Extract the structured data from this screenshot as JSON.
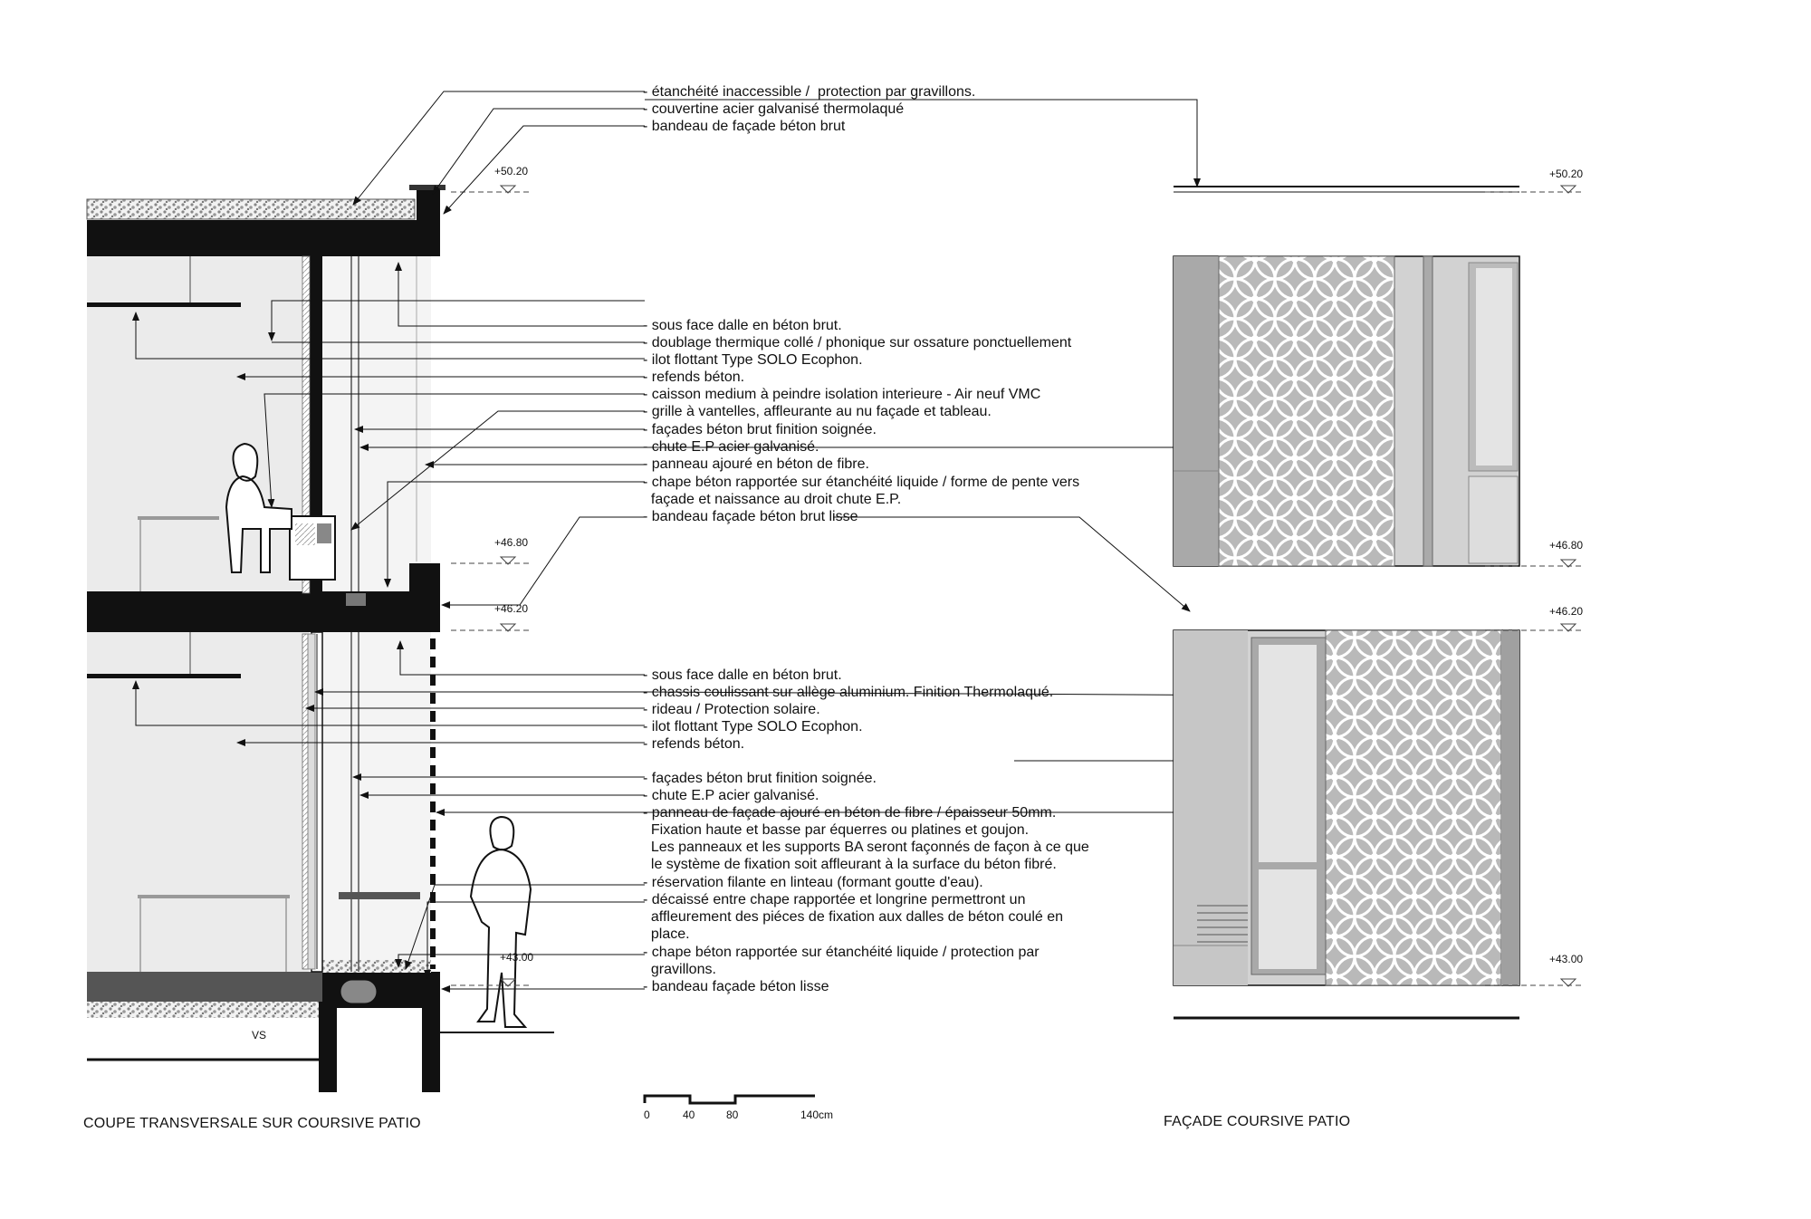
{
  "titles": {
    "section": "COUPE TRANSVERSALE SUR COURSIVE PATIO",
    "facade": "FAÇADE COURSIVE PATIO"
  },
  "levels": {
    "l1": "+50.20",
    "l2": "+46.80",
    "l3": "+46.20",
    "l4": "+43.00"
  },
  "vs_label": "VS",
  "scale": {
    "t0": "0",
    "t1": "40",
    "t2": "80",
    "t3": "140cm"
  },
  "notes_top": [
    "- étanchéité inaccessible /  protection par gravillons.",
    "- couvertine acier galvanisé thermolaqué",
    "- bandeau de façade béton brut"
  ],
  "notes_mid": [
    "- sous face dalle en béton brut.",
    "- doublage thermique collé / phonique sur ossature ponctuellement",
    "- ilot flottant Type SOLO Ecophon.",
    "- refends béton.",
    "- caisson medium à peindre isolation interieure - Air neuf VMC",
    "- grille à vantelles, affleurante au nu façade et tableau.",
    "- façades béton brut finition soignée.",
    "- chute E.P acier galvanisé.",
    "- panneau ajouré en béton de fibre.",
    "- chape béton rapportée sur étanchéité liquide / forme de pente vers",
    "  façade et naissance au droit chute E.P.",
    "- bandeau façade béton brut lisse"
  ],
  "notes_low": [
    "- sous face dalle en béton brut.",
    "- chassis coulissant sur allège aluminium. Finition Thermolaqué.",
    "- rideau / Protection solaire.",
    "- ilot flottant Type SOLO Ecophon.",
    "- refends béton."
  ],
  "notes_bottom": [
    "- façades béton brut finition soignée.",
    "- chute E.P acier galvanisé.",
    "- panneau de façade ajouré en béton de fibre / épaisseur 50mm.",
    "  Fixation haute et basse par équerres ou platines et goujon.",
    "  Les panneaux et les supports BA seront façonnés de façon à ce que",
    "  le système de fixation soit affleurant à la surface du béton fibré.",
    "- réservation filante en linteau (formant goutte d'eau).",
    "- décaissé entre chape rapportée et longrine permettront un",
    "  affleurement des piéces de fixation aux dalles de béton coulé en",
    "  place.",
    "- chape béton rapportée sur étanchéité liquide / protection par",
    "  gravillons.",
    "- bandeau façade béton lisse"
  ]
}
